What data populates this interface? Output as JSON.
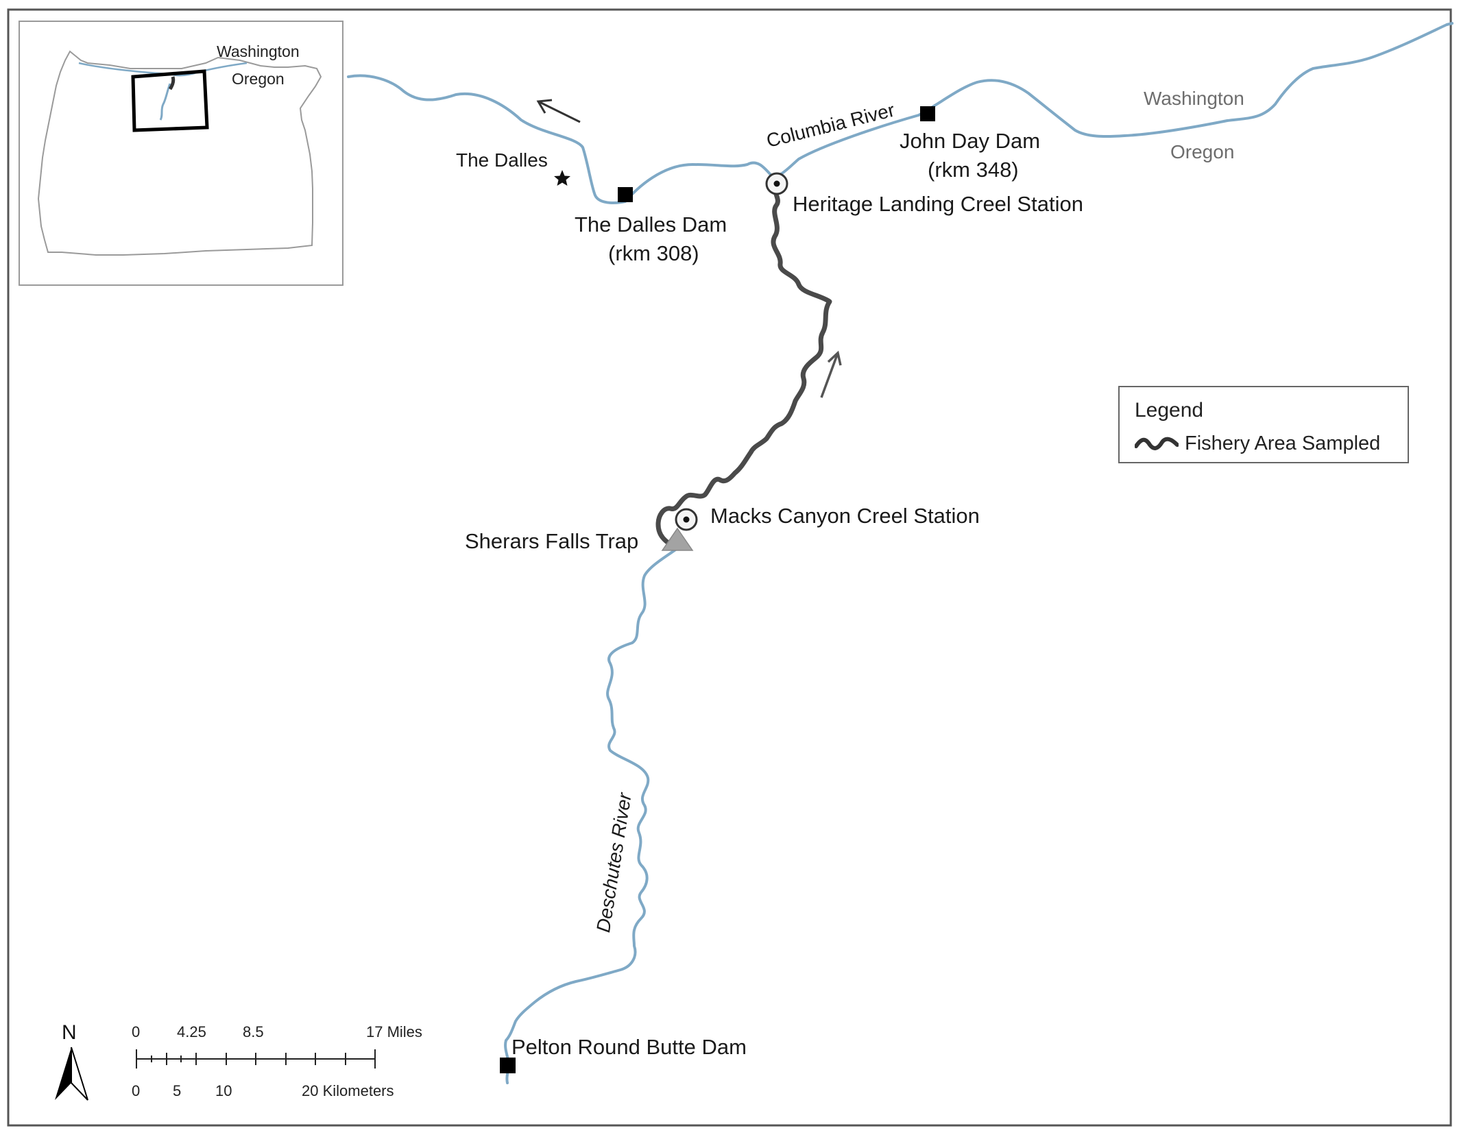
{
  "labels": {
    "the_dalles": "The Dalles",
    "dalles_dam": "The Dalles Dam",
    "dalles_dam_rkm": "(rkm 308)",
    "columbia_river": "Columbia River",
    "john_day_dam": "John Day Dam",
    "john_day_rkm": "(rkm 348)",
    "heritage_station": "Heritage Landing Creel Station",
    "washington": "Washington",
    "oregon": "Oregon",
    "macks_canyon": "Macks Canyon Creel Station",
    "sherars_falls": "Sherars Falls Trap",
    "deschutes_river": "Deschutes River",
    "pelton_dam": "Pelton Round Butte Dam"
  },
  "inset": {
    "washington": "Washington",
    "oregon": "Oregon"
  },
  "legend": {
    "title": "Legend",
    "item": "Fishery Area Sampled"
  },
  "scale_bar": {
    "miles_ticks": [
      "0",
      "4.25",
      "8.5",
      "17 Miles"
    ],
    "km_ticks": [
      "0",
      "5",
      "10",
      "20 Kilometers"
    ]
  },
  "north_arrow": "N",
  "colors": {
    "river": "#7fa9c6",
    "sampled": "#4a4a4a",
    "frame": "#555555",
    "inset_outline": "#9a9a9a"
  },
  "icons": {
    "dam": "black-square-icon",
    "creel_station": "bullseye-circle-icon",
    "trap": "gray-triangle-icon",
    "city": "star-icon"
  }
}
